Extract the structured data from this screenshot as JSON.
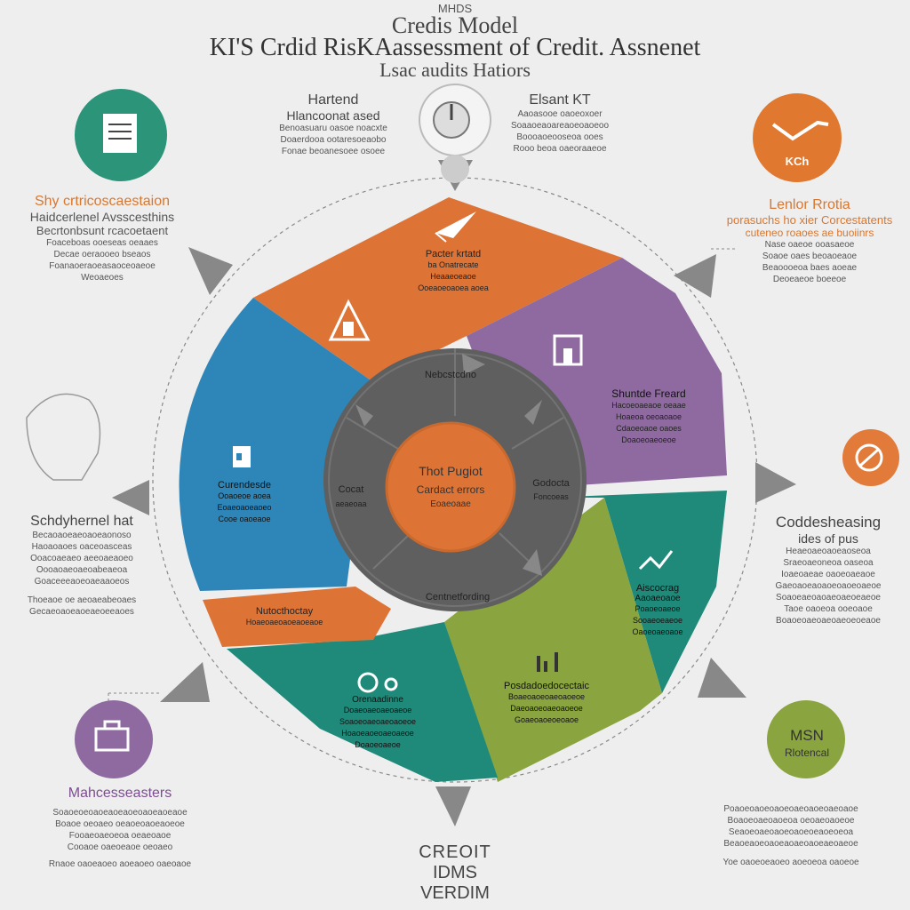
{
  "header": {
    "eyebrow": "MHDS",
    "line1": "Credis Model",
    "line2": "KI'S Crdid RisKAassessment of Credit. Assnenet",
    "line3": "Lsac audits Hatiors"
  },
  "colors": {
    "orange": "#dd7436",
    "purple": "#8e6aa0",
    "blue": "#2e86b8",
    "teal": "#1f8a7a",
    "green": "#8aa43f",
    "gray": "#6a6a6a",
    "ring_dark": "#5f5f5f"
  },
  "blocks": {
    "top_left": {
      "title": "Hartend",
      "subtitle": "Hlancoonat ased",
      "lines": [
        "Benoasuaru oasoe noacxte",
        "Doaerdooa ootaresoeaobo",
        "Fonae beoanesoee osoee"
      ]
    },
    "top_right": {
      "title": "Elsant KT",
      "lines": [
        "Aaoasooe oaoeoxoer",
        "Soaaoeaoareaoeoaoeoo",
        "Boooaoeooseoa ooes",
        "Rooo beoa oaeoraaeoe"
      ]
    },
    "left_upper": {
      "title": "Shy crtricoscaestaion",
      "subtitle": "Haidcerlenel Avsscesthins",
      "subtitle2": "Becrtonbsunt rcacoetaent",
      "lines": [
        "Foaceboas ooeseas oeaaes",
        "Decae oeraooeo bseaos",
        "Foanaoeraoeasaoceoaeoe",
        "Weoaeoes"
      ]
    },
    "right_upper": {
      "title": "Lenlor Rrotia",
      "subtitle": "porasuchs ho xier Corcestatents",
      "subtitle2": "cuteneo roaoes ae buoiinrs",
      "lines": [
        "Nase oaeoe ooasaeoe",
        "Soaoe oaes beoaoeaoe",
        "Beaoooeoa baes aoeae",
        "Deoeaeoe boeeoe"
      ]
    },
    "left_middle": {
      "title": "Schdyhernel hat",
      "lines": [
        "Becaoaoeaeoaoeaonoso",
        "Haoaoaoes oaceoasceas",
        "Ooacoaeaeo aeeoaeaoeo",
        "Oooaoaeoaeoabeaeoa",
        "Goaceeeaoeoaeaaoeos"
      ],
      "lines2": [
        "Thoeaoe oe aeoaeabeoaes",
        "Gecaeoaoeaoeaeoeeaoes"
      ]
    },
    "right_middle": {
      "title": "Coddesheasing",
      "subtitle": "ides of pus",
      "lines": [
        "Heaeoaeoaoeaoseoa",
        "Sraeoaeoneoa oaseoa",
        "Ioaeoaeae oaoeoaeaoe",
        "Gaeoaoeaoaoeoaoeoaeoe",
        "Soaoeaeoaoaeoaeoeaeoe",
        "Taoe oaoeoa ooeoaoe",
        "Boaoeoaeoaeoaeoeoeaoe"
      ]
    },
    "bottom_left": {
      "title": "Mahcesseasters",
      "lines": [
        "Soaoeoeoaoeaoeaoeoaoeaoeaoe",
        "Boaoe oeoaeo oeaoeoaoeaoeoe",
        "Fooaeoaeoeoa oeaeoaoe",
        "Cooaoe oaeoeaoe oeoaeo",
        "Rnaoe oaoeaoeo aoeaoeo oaeoaoe"
      ]
    },
    "bottom_right": {
      "lines": [
        "Poaoeoaoeoaoeoaeoaoeoaeoaoe",
        "Boaoeoaeoaoeoa oeoaeoaoeoe",
        "Seaoeoaeoaoeoaoeoeaoeoeoa",
        "Beaoeaoeoaoeaoaeoaoeaeoaeoe",
        "Yoe oaoeoeaoeo aoeoeoa oaoeoe"
      ]
    },
    "footer": {
      "line1": "CREOIT",
      "line2": "IDMS",
      "line3": "VERDIM"
    }
  },
  "badges": {
    "msn": {
      "title": "MSN",
      "subtitle": "Rlotencal"
    },
    "top_right_icon_label": "KCh"
  },
  "wheel": {
    "center_title": "Thot Pugiot",
    "center_sub": "Cardact errors",
    "center_sub2": "Eoaeoaae",
    "ring_top": "Nebcstcdno",
    "ring_left": "Cocat",
    "ring_left_sub": "aeaeoaa",
    "ring_right": "Godocta",
    "ring_right_sub": "Foncoeas",
    "ring_bottom": "Centnetfording",
    "segments": {
      "orange_top": {
        "title": "Pacter krtatd",
        "lines": [
          "ba Onatrecate",
          "Heaaeoeaoe",
          "Ooeaoeoaoea aoea"
        ]
      },
      "purple": {
        "title": "Shuntde Freard",
        "lines": [
          "Hacoeoaeaoe oeaae",
          "Hoaeoa oeoaoaoe",
          "Cdaoeoaoe oaoes",
          "Doaoeoaeoeoe"
        ]
      },
      "blue": {
        "title": "Curendesde",
        "lines": [
          "Ooaoeoe aoea",
          "Eoaeoaoeaoeo",
          "Cooe oaoeaoe"
        ]
      },
      "orange_left": {
        "title": "Nutocthoctay",
        "lines": [
          "Hoaeoaeoaoeaoeaoe"
        ]
      },
      "teal": {
        "title": "Aiscocrag",
        "subtitle": "Aaoaeoaoe",
        "lines": [
          "Poaoeoaeoe",
          "Sooaeoeaeoe",
          "Oaoeoaeoaoe"
        ]
      },
      "green": {
        "title": "Posdadoedocectaic",
        "lines": [
          "Boaeoaoeoaeoaoeoe",
          "Daeoaoeoaeoaoeoe",
          "Goaeoaoeoeoaoe"
        ]
      },
      "teal_bottom": {
        "title": "Orenaadinne",
        "lines": [
          "Doaeoaeoaeoaeoe",
          "Soaoeoaeoaeoaoeoe",
          "Hoaoeaoeoaeoaeoe",
          "Doaoeoaeoe"
        ]
      }
    }
  }
}
